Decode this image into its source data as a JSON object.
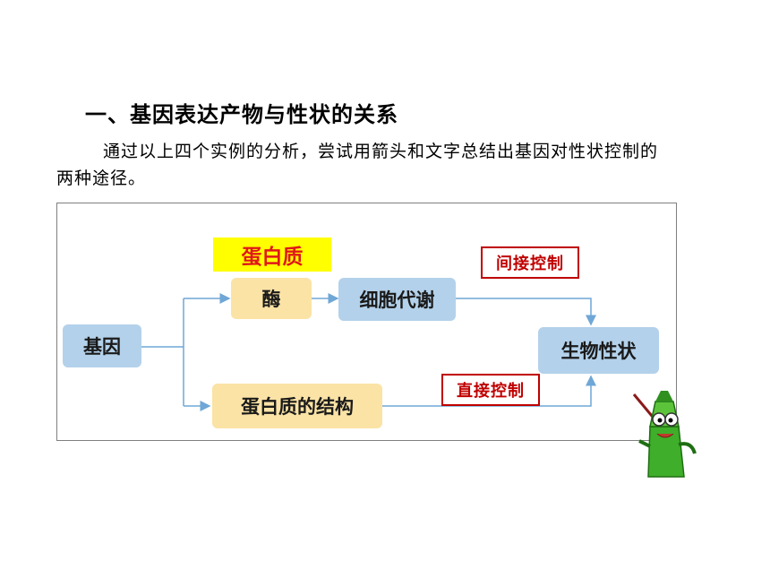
{
  "heading": "一、基因表达产物与性状的关系",
  "paragraph": "通过以上四个实例的分析，尝试用箭头和文字总结出基因对性状控制的两种途径。",
  "diagram": {
    "gene": "基因",
    "enzyme": "酶",
    "protein_label": "蛋白质",
    "metabolism": "细胞代谢",
    "protein_structure": "蛋白质的结构",
    "trait": "生物性状",
    "indirect_control": "间接控制",
    "direct_control": "直接控制"
  },
  "colors": {
    "node_blue": "#b3d1ea",
    "node_tan": "#fbe3a6",
    "highlight_yellow": "#ffff00",
    "label_red": "#c00000",
    "arrow_blue": "#6fa7d6"
  },
  "mascot_icon": "pencil-mascot-icon"
}
